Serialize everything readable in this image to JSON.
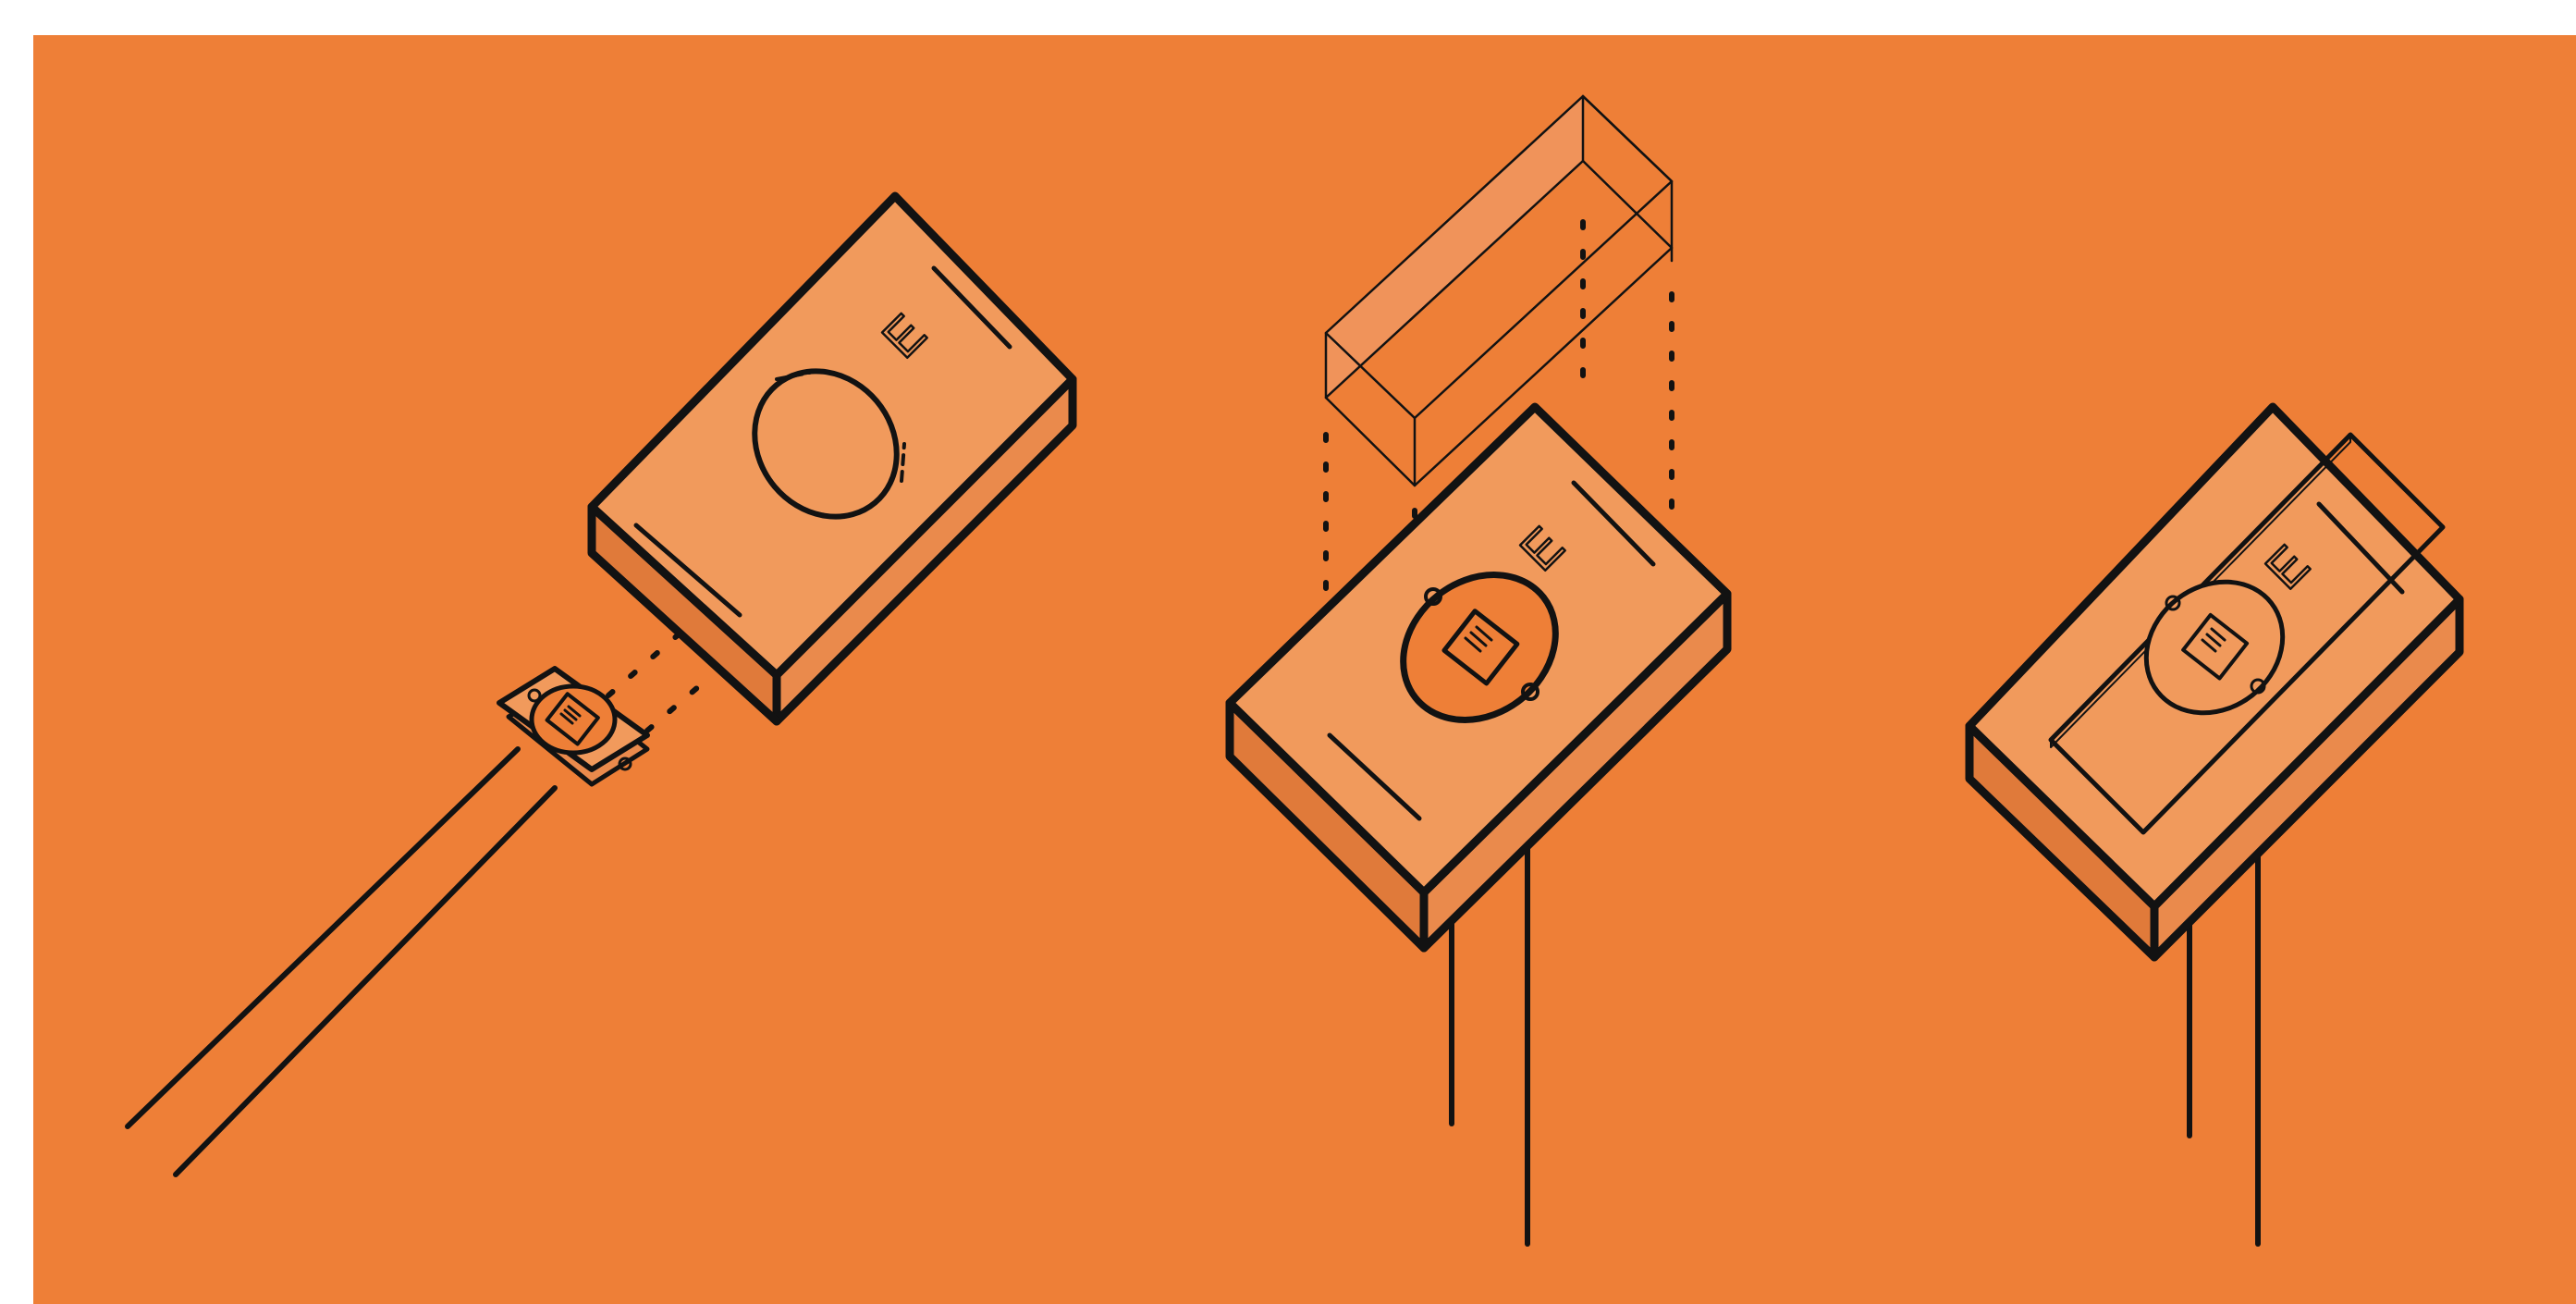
{
  "figure": {
    "background_color": "#ffffff",
    "panel_color": "#ee7f37",
    "block_top_color": "#f19a5c",
    "block_side_color": "#ea8a4c",
    "line_color": "#121212",
    "marking_glyph": "E",
    "steps": [
      {
        "name": "step-1-insert-sensor",
        "parts": [
          "photocell-sensor",
          "sensor-leads",
          "mounting-block",
          "circular-hole",
          "e-marking"
        ]
      },
      {
        "name": "step-2-attach-cover",
        "parts": [
          "folded-cover-strip",
          "mounting-block",
          "seated-sensor",
          "sensor-leads",
          "e-marking"
        ]
      },
      {
        "name": "step-3-assembled",
        "parts": [
          "mounting-block",
          "cover-strip-applied",
          "seated-sensor",
          "sensor-leads",
          "e-marking"
        ]
      }
    ]
  }
}
